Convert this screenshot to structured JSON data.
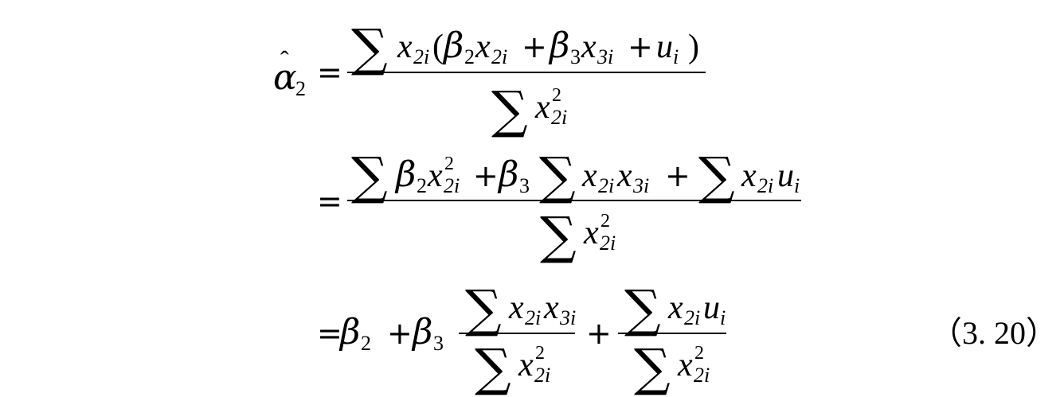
{
  "equation": {
    "lhs": {
      "symbol": "α",
      "hat": "ˆ",
      "subscript": "2"
    },
    "equals": "=",
    "plus": "+",
    "sum": "∑",
    "beta": "β",
    "x": "x",
    "u": "u",
    "open_paren": "(",
    "close_paren": ")",
    "sub_2i": "2i",
    "sub_3i": "3i",
    "sub_i": "i",
    "sub_2": "2",
    "sub_3": "3",
    "sup_2": "2",
    "number": "（3. 20）"
  }
}
